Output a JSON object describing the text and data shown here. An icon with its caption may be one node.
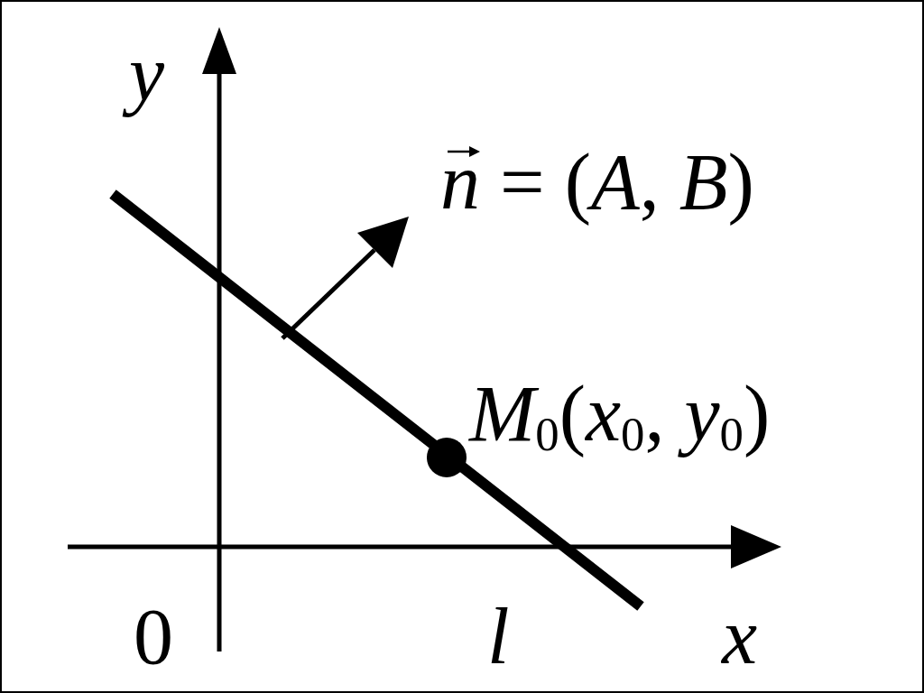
{
  "diagram": {
    "nodes": [
      {
        "text": [],
        "shape": "circle",
        "beside": [
          "*M*$_{0}$(*x*$_{0}$, *y*$_{0}$)"
        ]
      }
    ],
    "labels": [
      "*y*",
      "*n* = (*A*, *B*)",
      "0",
      "*l*",
      "*x*"
    ]
  }
}
